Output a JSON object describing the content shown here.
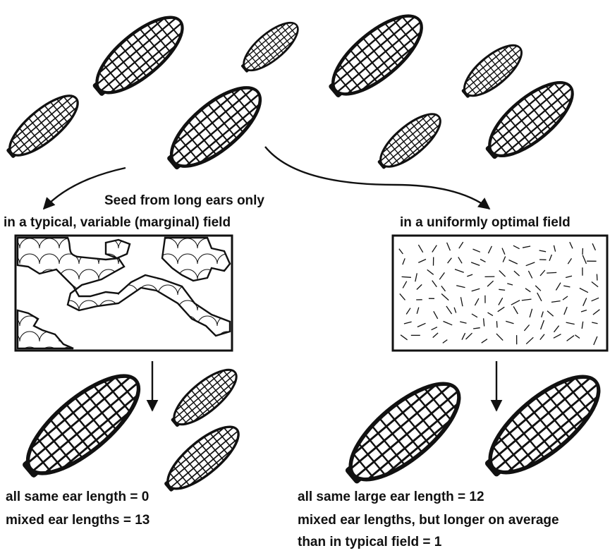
{
  "colors": {
    "ink": "#111111",
    "background": "#ffffff"
  },
  "labels": {
    "selection_instruction": "Seed from long ears only",
    "left_field_title": "in a typical, variable (marginal) field",
    "right_field_title": "in a uniformly optimal field",
    "left_result_line1": "all same ear length = 0",
    "left_result_line2": "mixed ear lengths = 13",
    "right_result_line1": "all same large ear length = 12",
    "right_result_line2": "mixed ear lengths, but longer on average",
    "right_result_line3": "than in typical field = 1"
  },
  "icons": [
    "corn-ear-icon",
    "arrow-icon",
    "variable-field-map",
    "uniform-field-map"
  ]
}
